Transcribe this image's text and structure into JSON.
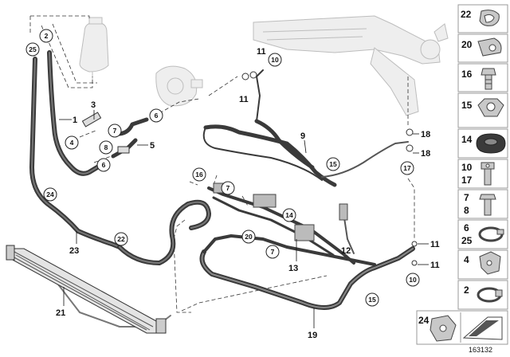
{
  "diagram": {
    "callouts": {
      "c1": "1",
      "c2": "2",
      "c3": "3",
      "c4": "4",
      "c5": "5",
      "c6a": "6",
      "c6b": "6",
      "c7a": "7",
      "c7b": "7",
      "c7c": "7",
      "c8": "8",
      "c9": "9",
      "c10a": "10",
      "c10b": "10",
      "c11a": "11",
      "c11b": "11",
      "c11c": "11",
      "c11d": "11",
      "c12": "12",
      "c13": "13",
      "c14": "14",
      "c15a": "15",
      "c15b": "15",
      "c16": "16",
      "c17": "17",
      "c18a": "18",
      "c18b": "18",
      "c19": "19",
      "c20": "20",
      "c21": "21",
      "c22": "22",
      "c23": "23",
      "c24": "24",
      "c25": "25"
    },
    "parts_panel": [
      {
        "top": "22",
        "bottom": "",
        "icon": "clamp-icon"
      },
      {
        "top": "20",
        "bottom": "",
        "icon": "clamp-bracket-icon"
      },
      {
        "top": "16",
        "bottom": "",
        "icon": "bolt-icon"
      },
      {
        "top": "15",
        "bottom": "",
        "icon": "nut-icon"
      },
      {
        "top": "14",
        "bottom": "",
        "icon": "grommet-icon"
      },
      {
        "top": "10",
        "bottom": "17",
        "icon": "banjo-bolt-icon"
      },
      {
        "top": "7",
        "bottom": "8",
        "icon": "screw-icon"
      },
      {
        "top": "6",
        "bottom": "25",
        "icon": "hose-clamp-icon"
      },
      {
        "top": "4",
        "bottom": "",
        "icon": "holder-icon"
      },
      {
        "top": "2",
        "bottom": "",
        "icon": "band-clamp-icon"
      }
    ],
    "bottom_panel_number": "24",
    "reference_number": "163132"
  }
}
